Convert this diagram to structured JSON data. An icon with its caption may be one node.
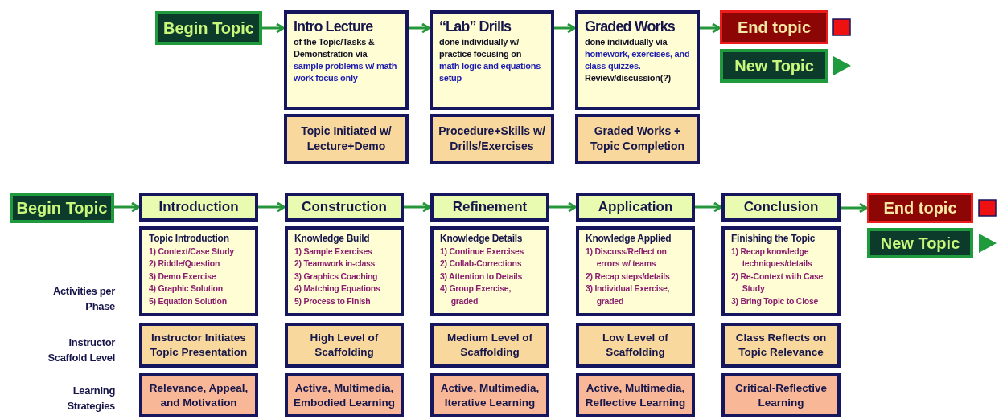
{
  "diagram": {
    "nodes": [
      {
        "text": [
          "Begin Topic"
        ]
      },
      {
        "text": [
          "Intro Lecture",
          "of the Topic/Tasks & Demonstration via",
          "sample problems w/ math work focus only"
        ]
      },
      {
        "text": [
          "Topic Initiated w/ Lecture+Demo"
        ]
      },
      {
        "text": [
          "“Lab” Drills",
          "done individually w/ practice focusing on",
          "math logic and equations setup"
        ]
      },
      {
        "text": [
          "Procedure+Skills w/ Drills/Exercises"
        ]
      },
      {
        "text": [
          "Graded Works",
          "done individually via",
          "homework, exercises, and class quizzes.",
          "Review/discussion(?)"
        ]
      },
      {
        "text": [
          "Graded Works + Topic Completion"
        ]
      },
      {
        "text": [
          "End topic"
        ]
      },
      {
        "text": [
          "New Topic"
        ]
      },
      {
        "text": [
          "Begin Topic"
        ]
      },
      {
        "text": [
          "Introduction"
        ]
      },
      {
        "text": [
          "Topic Introduction",
          "1) Context/Case Study",
          "2) Riddle/Question",
          "3) Demo Exercise",
          "4) Graphic Solution",
          "5) Equation Solution"
        ]
      },
      {
        "text": [
          "Instructor Initiates Topic Presentation"
        ]
      },
      {
        "text": [
          "Relevance, Appeal, and Motivation"
        ]
      },
      {
        "text": [
          "Construction"
        ]
      },
      {
        "text": [
          "Knowledge Build",
          "1) Sample Exercises",
          "2) Teamwork in-class",
          "3) Graphics Coaching",
          "4) Matching Equations",
          "5) Process to Finish"
        ]
      },
      {
        "text": [
          "High Level of Scaffolding"
        ]
      },
      {
        "text": [
          "Active, Multimedia, Embodied Learning"
        ]
      },
      {
        "text": [
          "Refinement"
        ]
      },
      {
        "text": [
          "Knowledge Details",
          "1) Continue Exercises",
          "2) Collab-Corrections",
          "3) Attention to Details",
          "4) Group Exercise, graded"
        ]
      },
      {
        "text": [
          "Medium Level of Scaffolding"
        ]
      },
      {
        "text": [
          "Active, Multimedia, Iterative Learning"
        ]
      },
      {
        "text": [
          "Application"
        ]
      },
      {
        "text": [
          "Knowledge Applied",
          "1) Discuss/Reflect on errors w/ teams",
          "2) Recap steps/details",
          "3) Individual Exercise, graded"
        ]
      },
      {
        "text": [
          "Low Level of Scaffolding"
        ]
      },
      {
        "text": [
          "Active, Multimedia, Reflective Learning"
        ]
      },
      {
        "text": [
          "Conclusion"
        ]
      },
      {
        "text": [
          "Finishing the Topic",
          "1) Recap knowledge techniques/details",
          "2) Re-Context with Case Study",
          "3) Bring Topic to Close"
        ]
      },
      {
        "text": [
          "Class Reflects on Topic Relevance"
        ]
      },
      {
        "text": [
          "Critical-Reflective Learning"
        ]
      },
      {
        "text": [
          "End topic"
        ]
      },
      {
        "text": [
          "New Topic"
        ]
      }
    ],
    "edges": [
      {
        "from": 0,
        "to": 1,
        "arrow": "to"
      },
      {
        "from": 1,
        "to": 3,
        "arrow": "to"
      },
      {
        "from": 3,
        "to": 5,
        "arrow": "to"
      },
      {
        "from": 5,
        "to": 7,
        "arrow": "to"
      },
      {
        "from": 9,
        "to": 10,
        "arrow": "to"
      },
      {
        "from": 10,
        "to": 14,
        "arrow": "to"
      },
      {
        "from": 14,
        "to": 18,
        "arrow": "to"
      },
      {
        "from": 18,
        "to": 22,
        "arrow": "to"
      },
      {
        "from": 22,
        "to": 26,
        "arrow": "to"
      },
      {
        "from": 26,
        "to": 30,
        "arrow": "to"
      }
    ],
    "labels": [
      "Activities per Phase",
      "Instructor Scaffold Level",
      "Learning Strategies"
    ]
  }
}
